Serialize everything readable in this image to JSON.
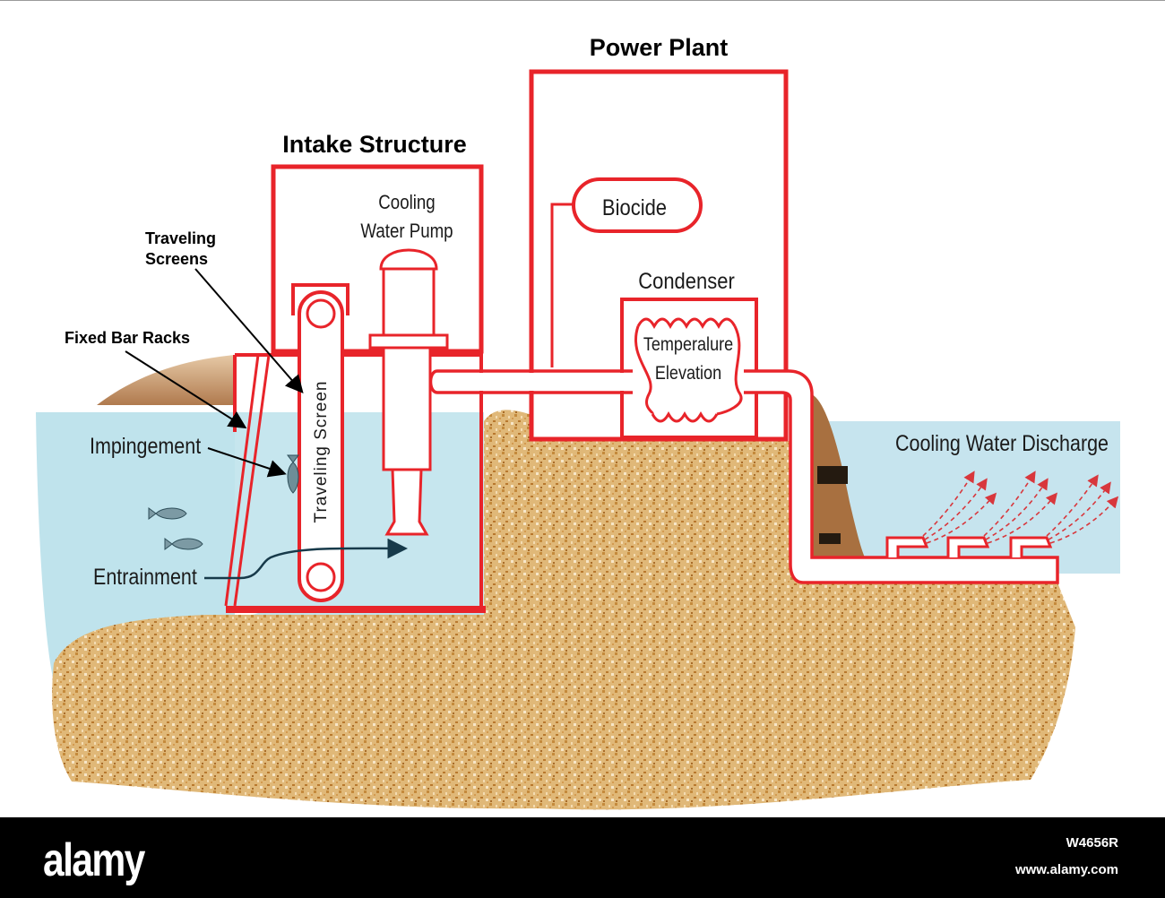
{
  "labels": {
    "power_plant": "Power Plant",
    "intake_structure": "Intake Structure",
    "cooling_water_pump_line1": "Cooling",
    "cooling_water_pump_line2": "Water Pump",
    "biocide": "Biocide",
    "condenser": "Condenser",
    "temperature_line1": "Temperalure",
    "temperature_line2": "Elevation",
    "traveling_screens_line1": "Traveling",
    "traveling_screens_line2": "Screens",
    "fixed_bar_racks": "Fixed Bar Racks",
    "impingement": "Impingement",
    "entrainment": "Entrainment",
    "traveling_screen_vertical": "Traveling Screen",
    "cooling_water_discharge": "Cooling Water Discharge"
  },
  "watermark": {
    "logo": "alamy",
    "image_id": "W4656R",
    "url": "www.alamy.com"
  },
  "colors": {
    "structure_red": "#e8242a",
    "water_blue": "#bfe3ec",
    "sand": "#d8ad6a",
    "shore_brown": "#b8835a",
    "footer": "#000000"
  }
}
